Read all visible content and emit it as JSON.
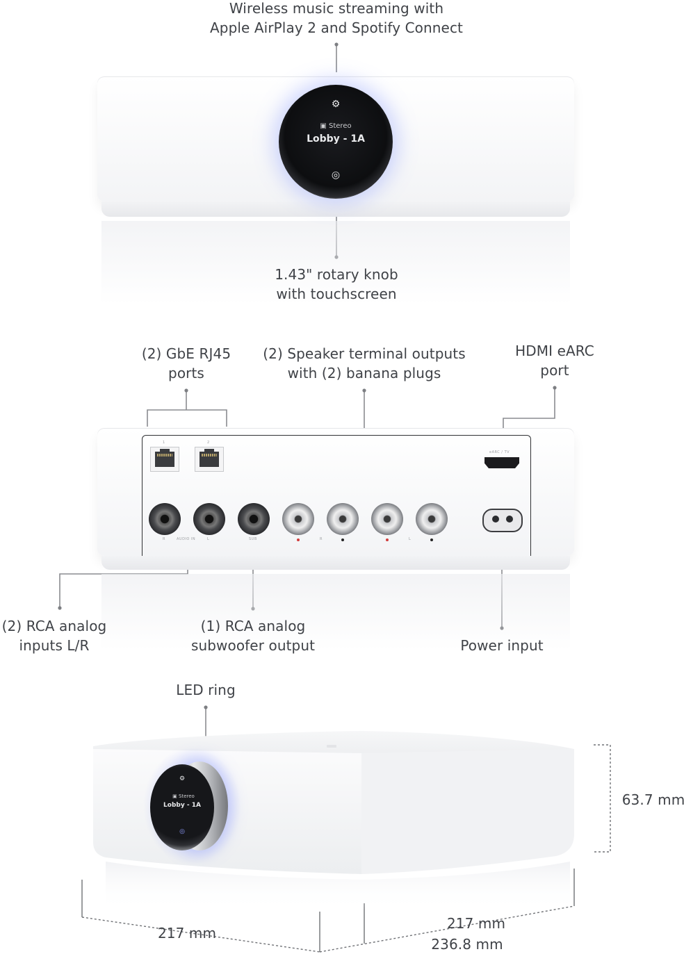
{
  "labels": {
    "streaming": [
      "Wireless music streaming with",
      "Apple AirPlay 2 and Spotify Connect"
    ],
    "knob": [
      "1.43\" rotary knob",
      "with touchscreen"
    ],
    "rj45": [
      "(2) GbE RJ45",
      "ports"
    ],
    "speaker": [
      "(2) Speaker terminal outputs",
      "with (2) banana plugs"
    ],
    "hdmi": [
      "HDMI eARC",
      "port"
    ],
    "rca_in": [
      "(2) RCA analog",
      "inputs L/R"
    ],
    "rca_sub": [
      "(1) RCA analog",
      "subwoofer output"
    ],
    "power": "Power input",
    "led": "LED ring"
  },
  "dimensions": {
    "height": "63.7 mm",
    "front_width": "217 mm",
    "side_depth": "217 mm",
    "side_depth_total": "236.8 mm"
  },
  "screen": {
    "mode": "Stereo",
    "zone": "Lobby - 1A"
  },
  "rear_markings": {
    "rj45_1": "1",
    "rj45_2": "2",
    "audio_in": "AUDIO IN",
    "r": "R",
    "l": "L",
    "sub": "SUB",
    "spk_r": "R",
    "spk_l": "L",
    "hdmi": "eARC / TV"
  },
  "colors": {
    "led_glow": "#7c8cff",
    "terminal_positive": "#d23b3b",
    "terminal_negative": "#222222"
  }
}
